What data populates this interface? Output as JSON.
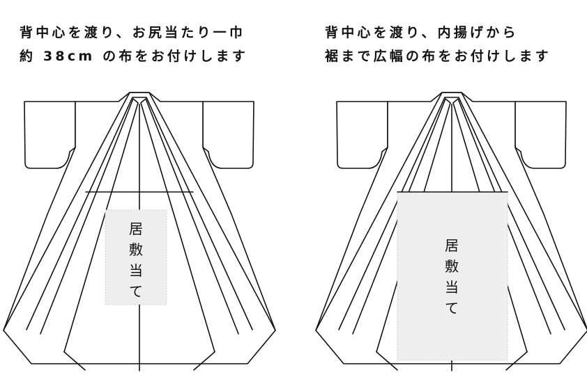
{
  "left": {
    "caption_line1": "背中心を渡り、お尻当たり一巾",
    "caption_line2": "約 38cm の布をお付けします",
    "patch_label": [
      "居",
      "敷",
      "当",
      "て"
    ]
  },
  "right": {
    "caption_line1": "背中心を渡り、内揚げから",
    "caption_line2": "裾まで広幅の布をお付けします",
    "patch_label": [
      "居",
      "敷",
      "当",
      "て"
    ]
  },
  "colors": {
    "line": "#111111",
    "patch_fill": "#eeeeee"
  }
}
